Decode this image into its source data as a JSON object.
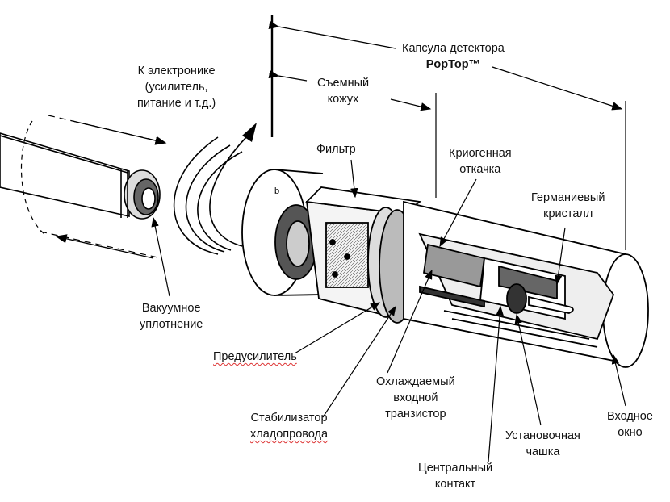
{
  "labels": {
    "capsule": [
      "Капсула детектора",
      "PopTop™"
    ],
    "electronics": [
      "К электронике",
      "(усилитель,",
      "питание и т.д.)"
    ],
    "removable_cover": [
      "Съемный",
      "кожух"
    ],
    "filter": [
      "Фильтр"
    ],
    "cryo_pump": [
      "Криогенная",
      "откачка"
    ],
    "germanium_crystal": [
      "Германиевый",
      "кристалл"
    ],
    "vacuum_seal": [
      "Вакуумное",
      "уплотнение"
    ],
    "preamplifier": [
      "Предусилитель"
    ],
    "cooled_fet": [
      "Охлаждаемый",
      "входной",
      "транзистор"
    ],
    "coldfinger_stabilizer": [
      "Стабилизатор",
      "хладопровода"
    ],
    "mounting_cup": [
      "Установочная",
      "чашка"
    ],
    "entrance_window": [
      "Входное",
      "окно"
    ],
    "center_contact": [
      "Центральный",
      "контакт"
    ]
  }
}
